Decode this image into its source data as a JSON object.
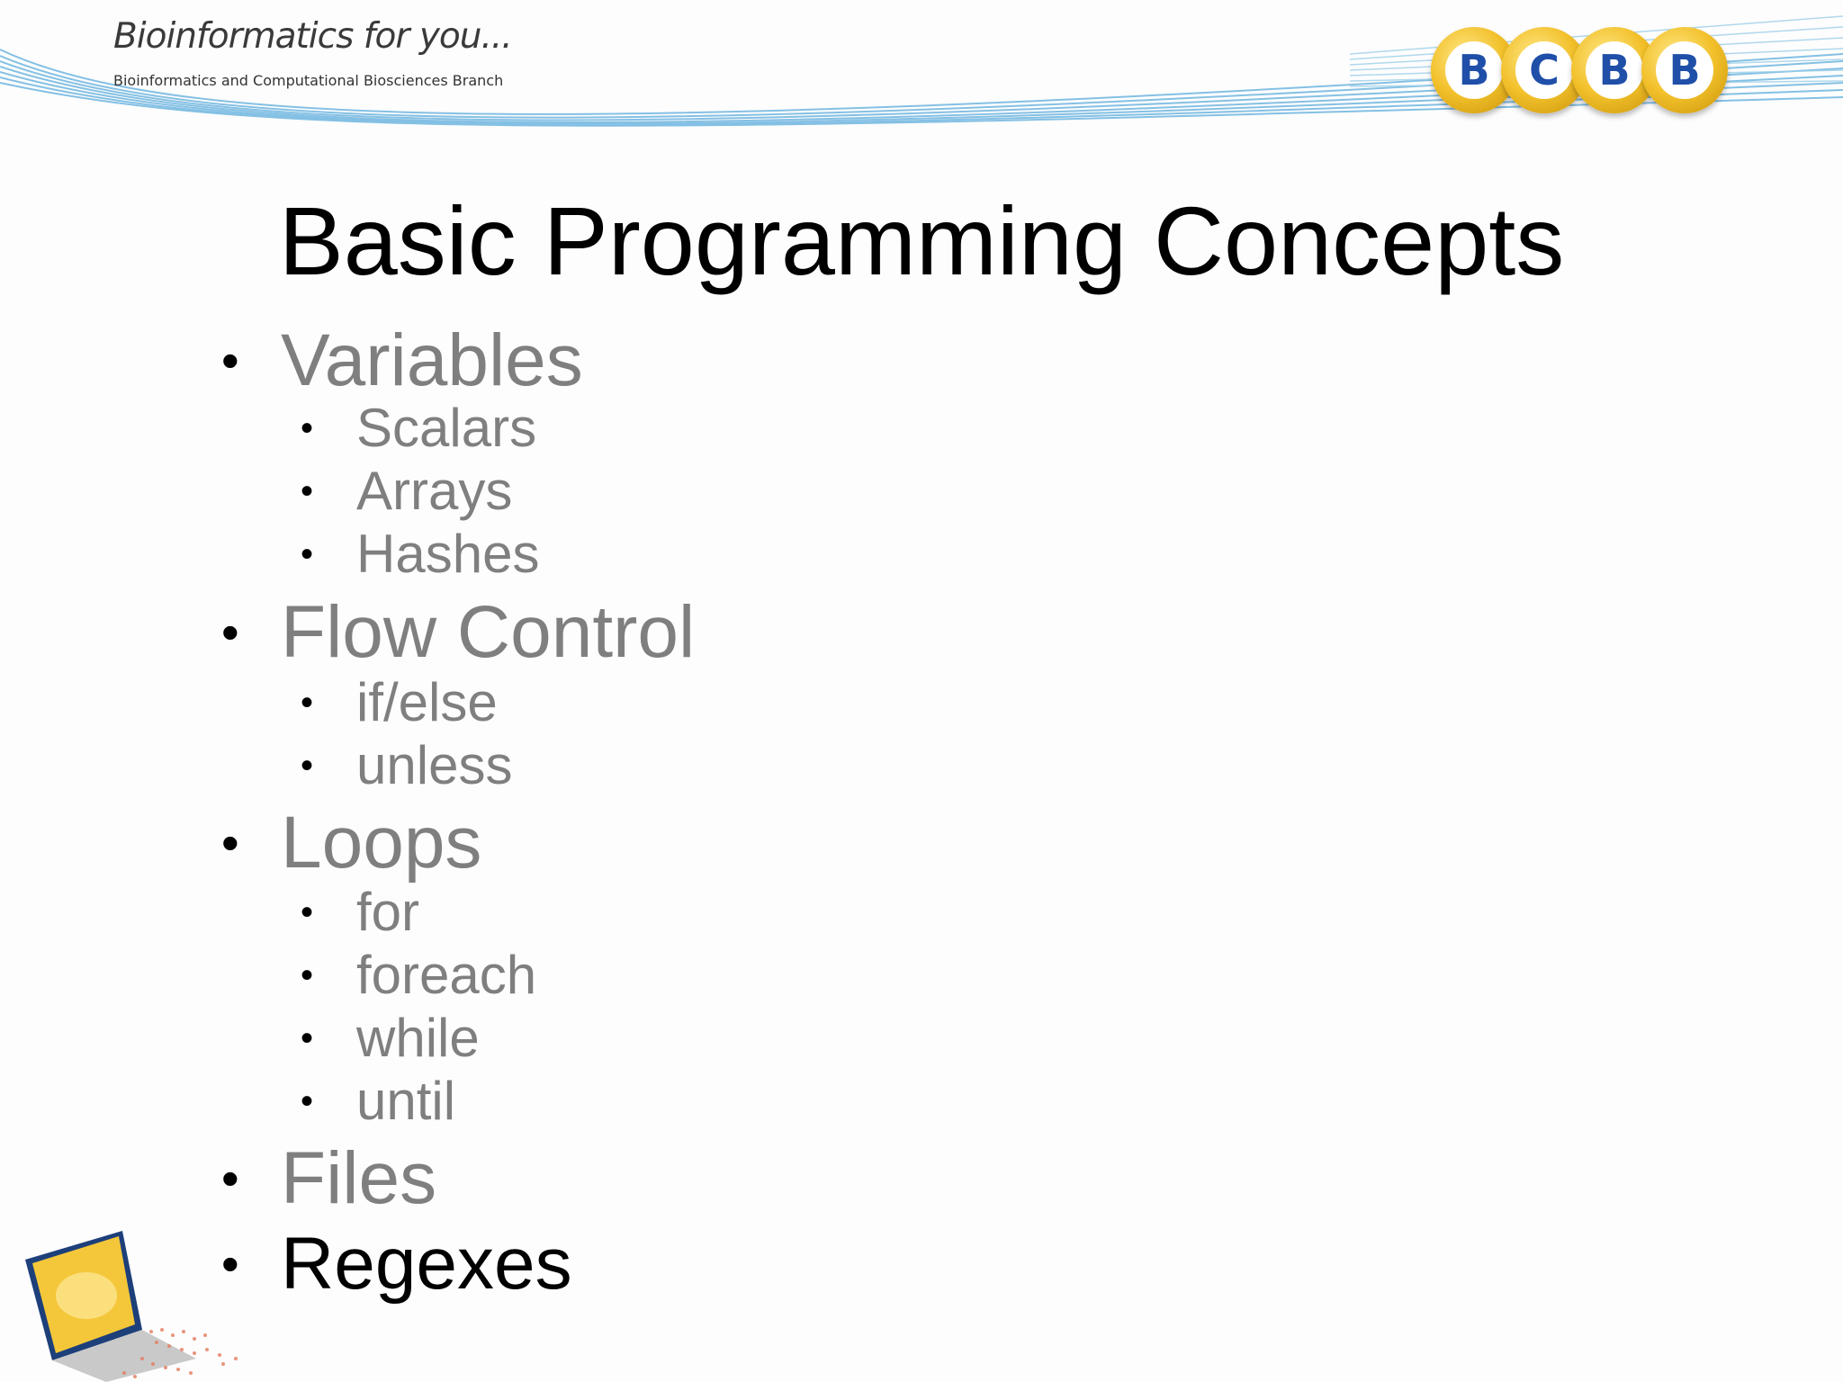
{
  "header": {
    "brand_title": "Bioinformatics for you...",
    "brand_subtitle": "Bioinformatics and Computational Biosciences Branch",
    "logo_letters": [
      "B",
      "C",
      "B",
      "B"
    ],
    "colors": {
      "swoosh": "#6fb6e0",
      "logo_gold": "#f2c02a",
      "logo_letter": "#1f4fa8"
    }
  },
  "slide": {
    "title": "Basic Programming Concepts",
    "bullet_symbol": "•",
    "items": [
      {
        "label": "Variables",
        "level": 1
      },
      {
        "label": "Scalars",
        "level": 2
      },
      {
        "label": "Arrays",
        "level": 2
      },
      {
        "label": "Hashes",
        "level": 2
      },
      {
        "label": "Flow Control",
        "level": 1
      },
      {
        "label": "if/else",
        "level": 2
      },
      {
        "label": "unless",
        "level": 2
      },
      {
        "label": "Loops",
        "level": 1
      },
      {
        "label": "for",
        "level": 2
      },
      {
        "label": "foreach",
        "level": 2
      },
      {
        "label": "while",
        "level": 2
      },
      {
        "label": "until",
        "level": 2
      },
      {
        "label": "Files",
        "level": 1
      },
      {
        "label": "Regexes",
        "level": 1,
        "current": true
      }
    ],
    "colors": {
      "text_dimmed": "#7f7f7f",
      "text_current": "#000000"
    }
  },
  "decor": {
    "corner_icon": "laptop-icon"
  }
}
